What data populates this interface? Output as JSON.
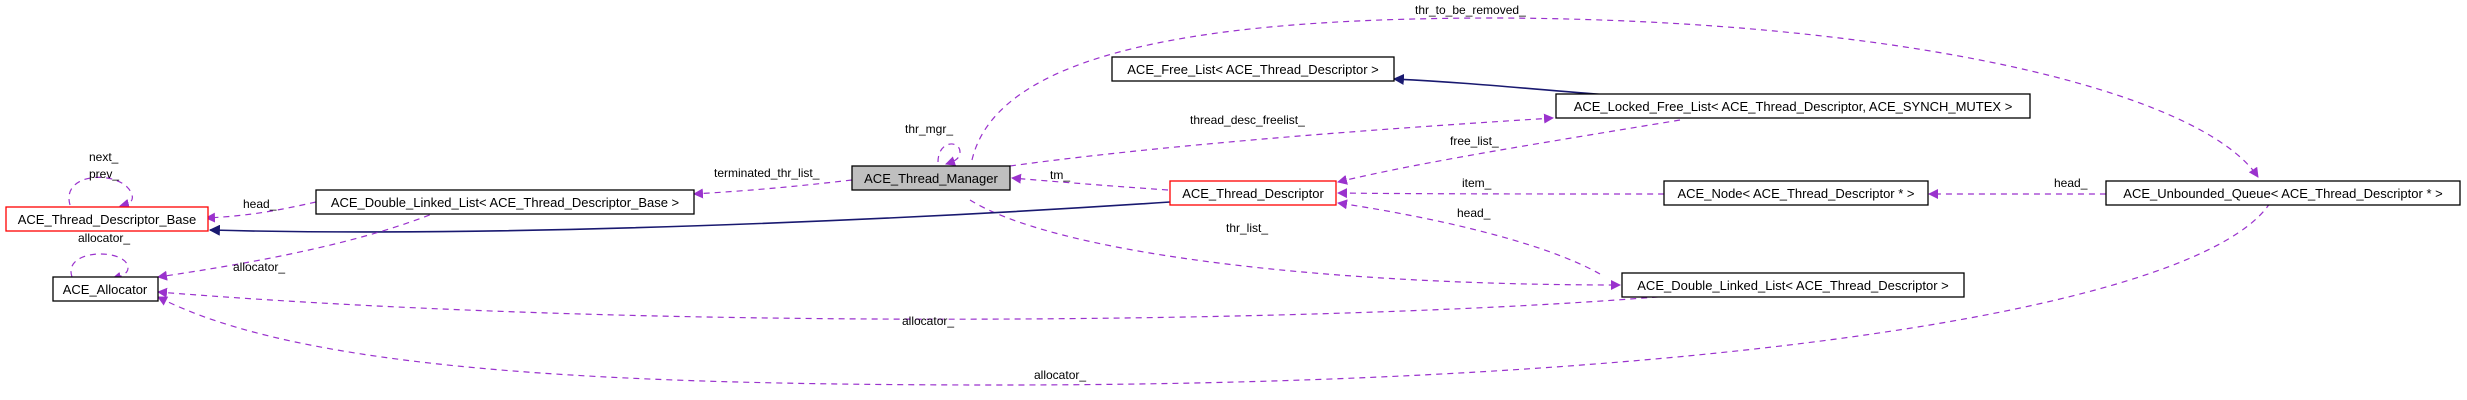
{
  "nodes": {
    "thread_manager": "ACE_Thread_Manager",
    "free_list": "ACE_Free_List< ACE_Thread_Descriptor >",
    "locked_free_list": "ACE_Locked_Free_List< ACE_Thread_Descriptor, ACE_SYNCH_MUTEX >",
    "thread_descriptor": "ACE_Thread_Descriptor",
    "node_td_ptr": "ACE_Node< ACE_Thread_Descriptor * >",
    "unbounded_queue": "ACE_Unbounded_Queue< ACE_Thread_Descriptor * >",
    "dll_td_base": "ACE_Double_Linked_List< ACE_Thread_Descriptor_Base >",
    "thread_descriptor_base": "ACE_Thread_Descriptor_Base",
    "dll_td": "ACE_Double_Linked_List< ACE_Thread_Descriptor >",
    "allocator": "ACE_Allocator"
  },
  "edge_labels": {
    "thr_to_be_removed": "thr_to_be_removed_",
    "thr_mgr": "thr_mgr_",
    "thread_desc_freelist": "thread_desc_freelist_",
    "terminated_thr_list": "terminated_thr_list_",
    "free_list": "free_list_",
    "tm": "tm_",
    "item": "item_",
    "head_queue": "head_",
    "head_tdb": "head_",
    "head_td": "head_",
    "next": "next_",
    "prev": "prev_",
    "allocator_self": "allocator_",
    "allocator_dll": "allocator_",
    "allocator_tdd": "allocator_",
    "allocator_queue": "allocator_",
    "thr_list": "thr_list_"
  },
  "colors": {
    "usage_edge": "#9a32cd",
    "inheritance_edge": "#191970",
    "focus_fill": "#bfbfbf",
    "red_border": "#ff0000"
  }
}
